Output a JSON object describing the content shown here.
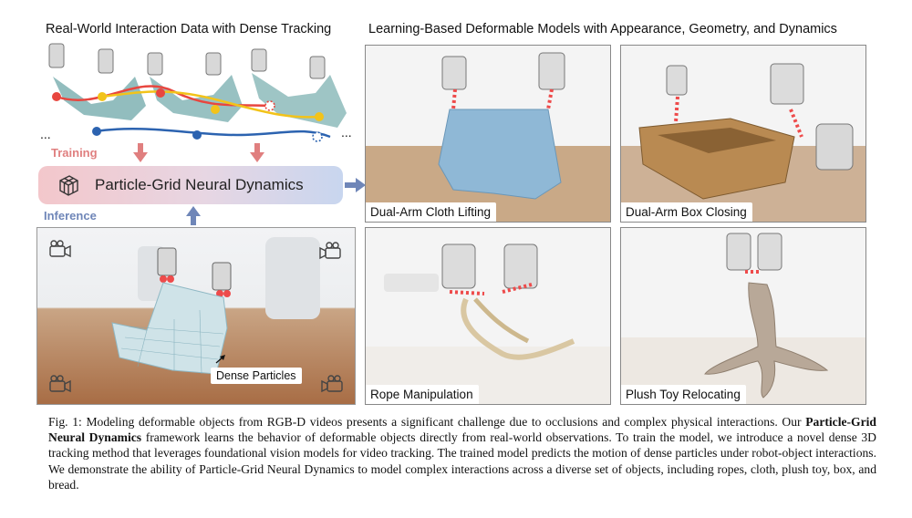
{
  "headings": {
    "left": "Real-World Interaction Data with Dense Tracking",
    "right": "Learning-Based Deformable Models with Appearance, Geometry, and Dynamics"
  },
  "pipeline": {
    "training_label": "Training",
    "inference_label": "Inference",
    "model_name": "Particle-Grid Neural Dynamics",
    "ellipsis_left": "...",
    "ellipsis_right": "...",
    "dense_particles_label": "Dense Particles",
    "colors": {
      "training": "#e07f7f",
      "inference": "#6f86b8",
      "track_red": "#e8463f",
      "track_yellow": "#f2c31a",
      "track_blue": "#2c63b0",
      "cloth": "#7fb0b2"
    }
  },
  "panels": [
    {
      "label": "Dual-Arm Cloth Lifting"
    },
    {
      "label": "Dual-Arm Box Closing"
    },
    {
      "label": "Rope Manipulation"
    },
    {
      "label": "Plush Toy Relocating"
    }
  ],
  "caption": {
    "lead": "Fig. 1: Modeling deformable objects from RGB-D videos presents a significant challenge due to occlusions and complex physical interactions. Our",
    "bold": "Particle-Grid Neural Dynamics",
    "rest": "framework learns the behavior of deformable objects directly from real-world observations. To train the model, we introduce a novel dense 3D tracking method that leverages foundational vision models for video tracking. The trained model predicts the motion of dense particles under robot-object interactions. We demonstrate the ability of Particle-Grid Neural Dynamics to model complex interactions across a diverse set of objects, including ropes, cloth, plush toy, box, and bread."
  },
  "icons": [
    "cube-grid-icon",
    "camera-icon",
    "robot-gripper-icon",
    "arrow-icon"
  ]
}
